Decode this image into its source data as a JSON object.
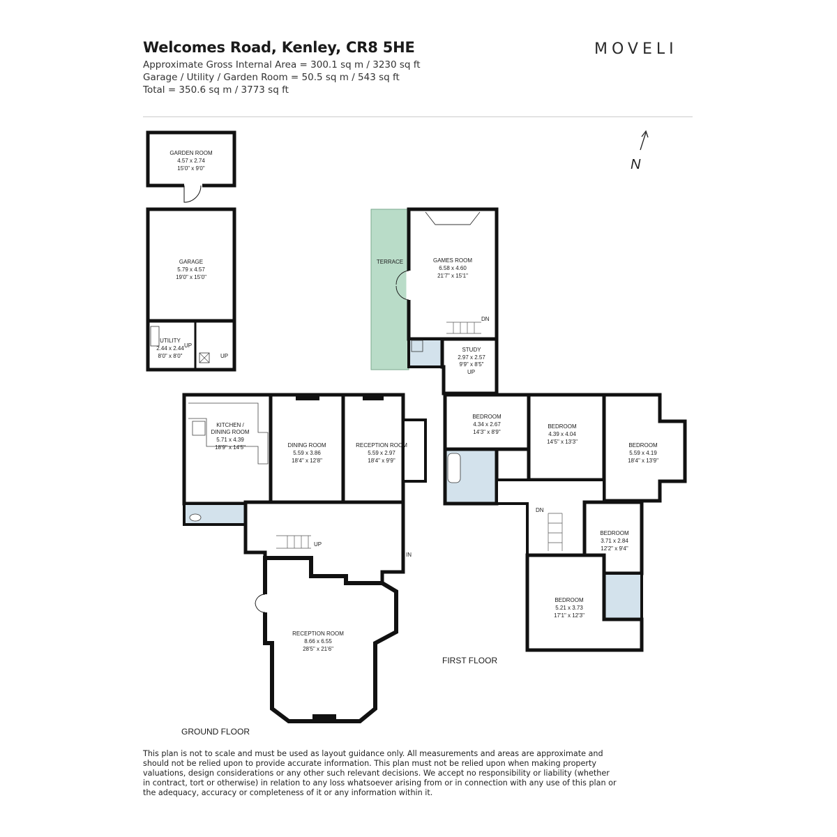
{
  "header": {
    "title": "Welcomes Road, Kenley, CR8 5HE",
    "area_line_1": "Approximate Gross Internal Area = 300.1 sq m / 3230 sq ft",
    "area_line_2": "Garage / Utility / Garden Room = 50.5 sq m / 543 sq ft",
    "area_line_3": "Total = 350.6 sq m / 3773 sq ft"
  },
  "brand": "MOVELI",
  "compass": {
    "label": "N"
  },
  "floors": {
    "ground": "GROUND FLOOR",
    "first": "FIRST FLOOR"
  },
  "rooms": {
    "garden_room": {
      "name": "GARDEN ROOM",
      "metric": "4.57 x 2.74",
      "imperial": "15'0\" x 9'0\""
    },
    "garage": {
      "name": "GARAGE",
      "metric": "5.79 x 4.57",
      "imperial": "19'0\" x 15'0\""
    },
    "utility": {
      "name": "UTILITY",
      "metric": "2.44 x 2.44",
      "imperial": "8'0\" x 8'0\""
    },
    "kitchen": {
      "name_1": "KITCHEN /",
      "name_2": "DINING ROOM",
      "metric": "5.71 x 4.39",
      "imperial": "18'9\" x 14'5\""
    },
    "dining": {
      "name": "DINING ROOM",
      "metric": "5.59 x 3.86",
      "imperial": "18'4\" x 12'8\""
    },
    "reception_small": {
      "name": "RECEPTION ROOM",
      "metric": "5.59 x 2.97",
      "imperial": "18'4\" x 9'9\""
    },
    "reception_large": {
      "name": "RECEPTION ROOM",
      "metric": "8.66 x 6.55",
      "imperial": "28'5\" x 21'6\""
    },
    "terrace": {
      "name": "TERRACE"
    },
    "games": {
      "name": "GAMES ROOM",
      "metric": "6.58 x 4.60",
      "imperial": "21'7\" x 15'1\""
    },
    "study": {
      "name": "STUDY",
      "metric": "2.97 x 2.57",
      "imperial": "9'9\" x 8'5\""
    },
    "bedroom_1": {
      "name": "BEDROOM",
      "metric": "4.34 x 2.67",
      "imperial": "14'3\" x 8'9\""
    },
    "bedroom_2": {
      "name": "BEDROOM",
      "metric": "4.39 x 4.04",
      "imperial": "14'5\" x 13'3\""
    },
    "bedroom_3": {
      "name": "BEDROOM",
      "metric": "5.59 x 4.19",
      "imperial": "18'4\" x 13'9\""
    },
    "bedroom_4": {
      "name": "BEDROOM",
      "metric": "3.71 x 2.84",
      "imperial": "12'2\" x 9'4\""
    },
    "bedroom_5": {
      "name": "BEDROOM",
      "metric": "5.21 x 3.73",
      "imperial": "17'1\" x 12'3\""
    }
  },
  "markers": {
    "up": "UP",
    "dn": "DN",
    "in": "IN"
  },
  "colors": {
    "terrace": "#b9dcc8",
    "bathroom": "#d3e2ec",
    "wall": "#111111"
  },
  "disclaimer": "This plan is not to scale and must be used as layout guidance only. All measurements and areas are approximate and should not be relied upon to provide accurate information. This plan must not be relied upon when making property valuations, design considerations or any other such relevant decisions. We accept no responsibility or liability (whether in contract, tort or otherwise) in relation to any loss whatsoever arising from or in connection with any use of this plan or the adequacy, accuracy or completeness of it or any information within it."
}
